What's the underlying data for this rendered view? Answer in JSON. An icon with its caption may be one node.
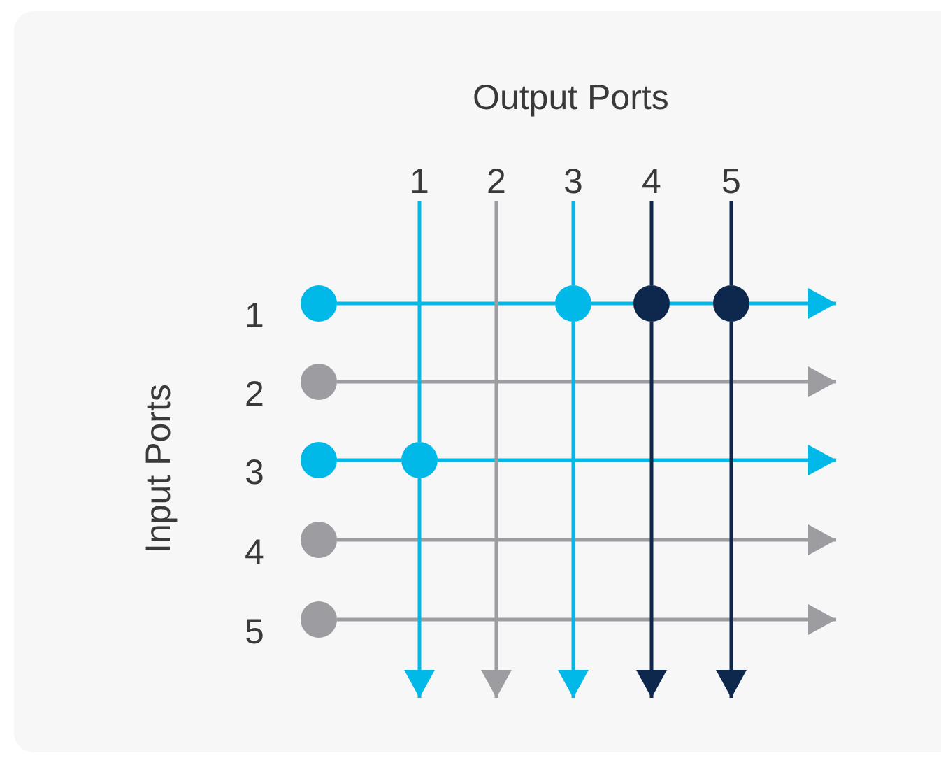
{
  "diagram": {
    "nodes": [
      {
        "text": [
          "1"
        ]
      },
      {
        "text": [
          "2"
        ]
      },
      {
        "text": [
          "3"
        ]
      },
      {
        "text": [
          "4"
        ]
      },
      {
        "text": [
          "5"
        ]
      },
      {
        "text": [],
        "shape": "circle"
      },
      {
        "text": [],
        "shape": "circle"
      },
      {
        "text": [],
        "shape": "circle"
      },
      {
        "text": [],
        "shape": "circle"
      },
      {
        "text": [],
        "shape": "circle"
      },
      {
        "text": [],
        "shape": "circle"
      },
      {
        "text": [],
        "shape": "circle"
      },
      {
        "text": [],
        "shape": "circle"
      },
      {
        "text": [],
        "shape": "circle"
      }
    ],
    "edges": [
      {
        "from": 5,
        "to": 10,
        "arrow": "none"
      },
      {
        "from": 10,
        "to": 11,
        "arrow": "none"
      },
      {
        "from": 11,
        "to": 12,
        "arrow": "none"
      },
      {
        "from": 12,
        "to": null,
        "arrow": "to"
      },
      {
        "from": 6,
        "to": null,
        "arrow": "to",
        "color": "#9d9da1"
      },
      {
        "from": 7,
        "to": 13,
        "arrow": "none"
      },
      {
        "from": 13,
        "to": null,
        "arrow": "to"
      },
      {
        "from": 8,
        "to": null,
        "arrow": "to",
        "color": "#9d9da1"
      },
      {
        "from": 9,
        "to": null,
        "arrow": "to",
        "color": "#9d9da1"
      },
      {
        "from": 0,
        "to": 13,
        "arrow": "none"
      },
      {
        "from": 13,
        "to": null,
        "arrow": "to"
      },
      {
        "from": 1,
        "to": null,
        "arrow": "to",
        "color": "#9d9da1"
      },
      {
        "from": 2,
        "to": 10,
        "arrow": "none"
      },
      {
        "from": 10,
        "to": null,
        "arrow": "to"
      },
      {
        "from": 3,
        "to": 11,
        "arrow": "none",
        "color": "#0d274d"
      },
      {
        "from": 11,
        "to": null,
        "arrow": "to",
        "color": "#0d274d"
      },
      {
        "from": 4,
        "to": 12,
        "arrow": "none",
        "color": "#0d274d"
      },
      {
        "from": 12,
        "to": null,
        "arrow": "to",
        "color": "#0d274d"
      }
    ],
    "labels": [
      "Output Ports",
      "Input Ports",
      "1",
      "2",
      "3",
      "4",
      "5"
    ]
  }
}
